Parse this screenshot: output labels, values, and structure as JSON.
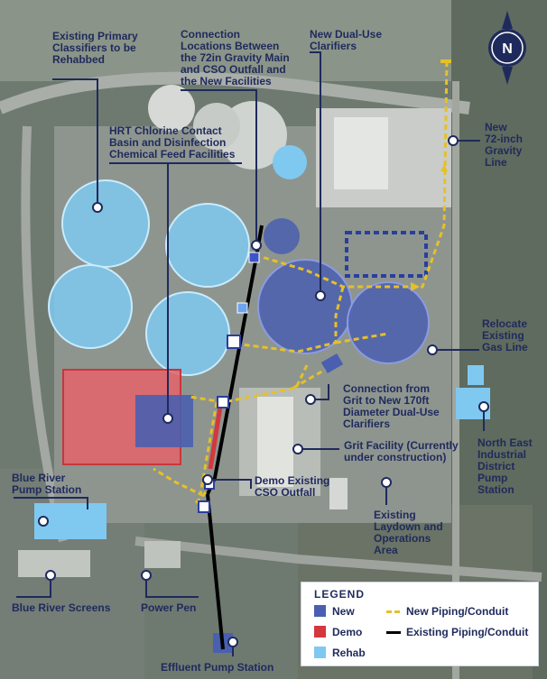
{
  "north_arrow": {
    "letter": "N"
  },
  "labels": {
    "existing_primary_classifiers": "Existing Primary\nClassifiers to be\nRehabbed",
    "connection_locations": "Connection\nLocations  Between\nthe 72in Gravity Main\nand CSO Outfall and\nthe New Facilities",
    "new_dual_use_clarifiers": "New Dual-Use\nClarifiers",
    "new_72_inch_gravity_line": "New\n72-inch\nGravity\nLine",
    "hrt_chlorine_contact": "HRT Chlorine Contact\nBasin and Disinfection\nChemical Feed Facilities",
    "relocate_existing_gas_line": "Relocate\nExisting\nGas Line",
    "connection_from_grit": "Connection from\nGrit to New 170ft\nDiameter Dual-Use\nClarifiers",
    "north_east_industrial": "North East\nIndustrial\nDistrict\nPump\nStation",
    "grit_facility": "Grit Facility (Currently\nunder construction)",
    "blue_river_pump_station": "Blue River\nPump Station",
    "demo_existing_cso": "Demo Existing\nCSO Outfall",
    "existing_laydown": "Existing\nLaydown and\nOperations\nArea",
    "blue_river_screens": "Blue River Screens",
    "power_pen": "Power Pen",
    "effluent_pump_station": "Effluent Pump Station"
  },
  "legend": {
    "title": "LEGEND",
    "new": "New",
    "demo": "Demo",
    "rehab": "Rehab",
    "new_piping": "New Piping/Conduit",
    "existing_piping": "Existing Piping/Conduit"
  },
  "colors": {
    "navy": "#1f2a5c",
    "new": "#4a5fb0",
    "demo": "#d2383e",
    "rehab": "#7fc9f0",
    "new_piping": "#e5c02a",
    "existing_piping": "#000000"
  }
}
